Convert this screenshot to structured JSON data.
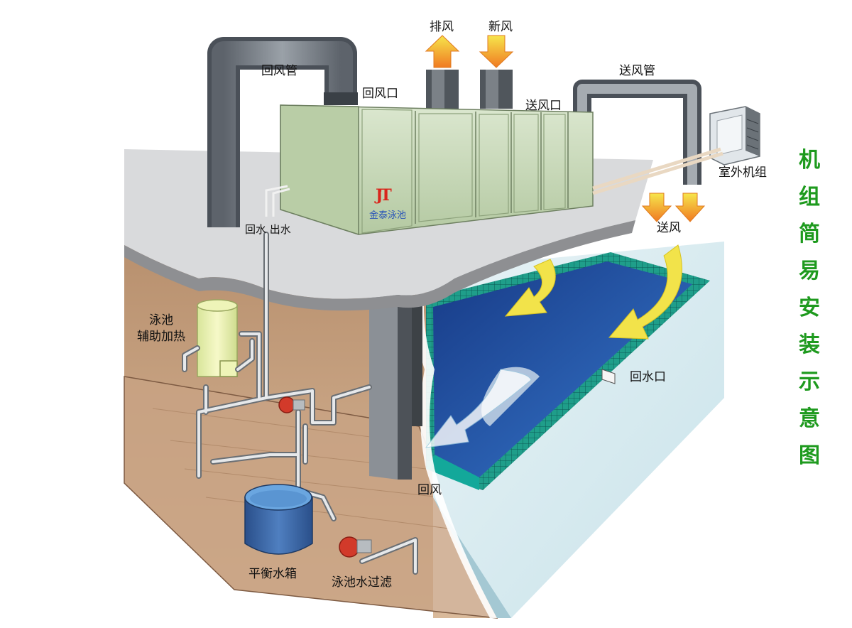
{
  "title_vertical": [
    "机",
    "组",
    "简",
    "易",
    "安",
    "装",
    "示",
    "意",
    "图"
  ],
  "labels": {
    "exhaust": "排风",
    "fresh_air": "新风",
    "return_duct": "回风管",
    "return_inlet": "回风口",
    "supply_outlet": "送风口",
    "supply_duct": "送风管",
    "outdoor_unit": "室外机组",
    "supply_air": "送风",
    "water_return_out": "回水 出水",
    "aux_heating_1": "泳池",
    "aux_heating_2": "辅助加热",
    "water_return_inlet": "回水口",
    "return_air": "回风",
    "balance_tank": "平衡水箱",
    "pool_filter": "泳池水过滤"
  },
  "brand": {
    "logo": "JT",
    "name": "金泰泳池"
  },
  "colors": {
    "title_green": "#1e9a1e",
    "unit_green": "#c9d9b9",
    "duct_gray": "#7a8088",
    "pool_blue": "#1f4fa0",
    "pool_edge": "#2fb39a",
    "arrow_yellow": "#f2e34a",
    "arrow_orange": "#f08a2a",
    "slab_gray": "#d9dadc",
    "wall_brown": "#a87a5c"
  }
}
